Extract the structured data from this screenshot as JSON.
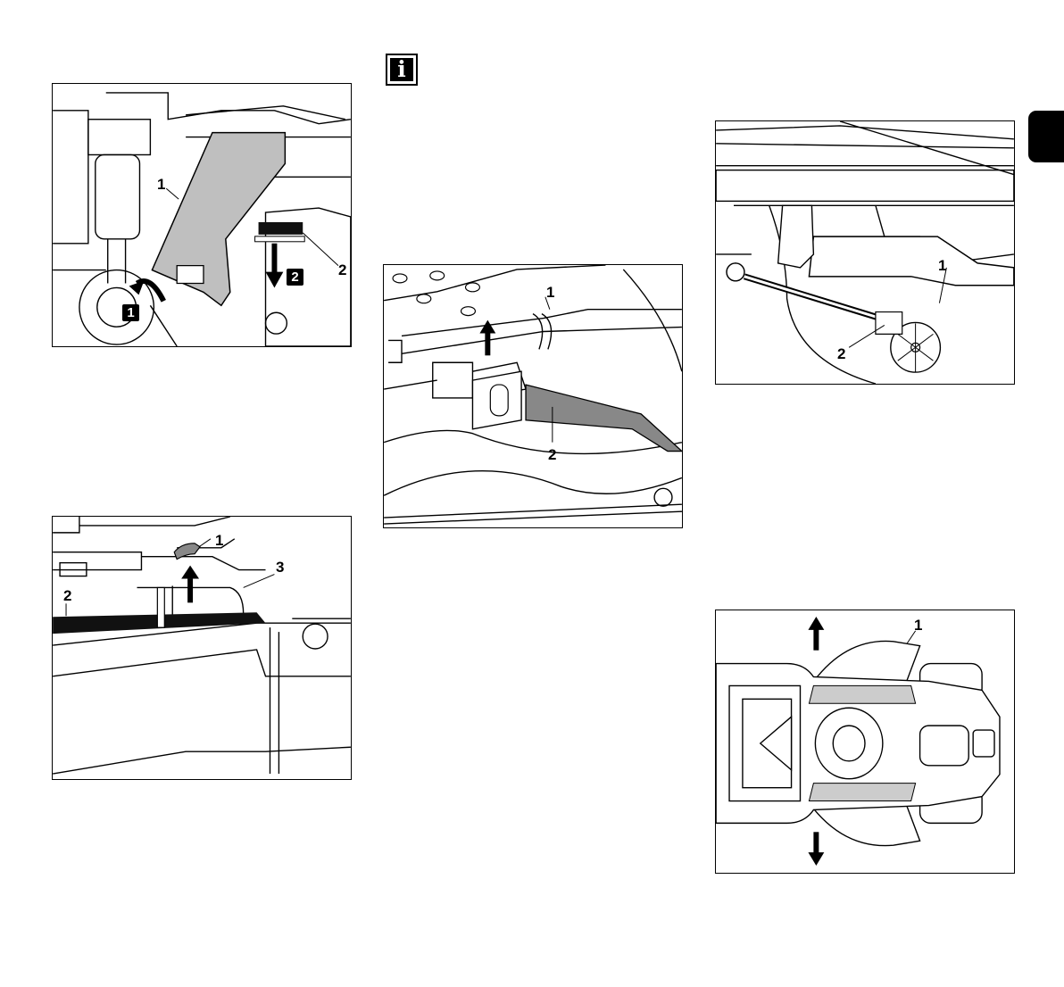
{
  "page": {
    "info_icon": {
      "icon": "info-icon",
      "glyph": "i"
    },
    "section_tab_color": "#000000"
  },
  "figures": [
    {
      "id": "fig1",
      "callouts": [
        "1",
        "2"
      ],
      "step_badges": [
        "1",
        "2"
      ]
    },
    {
      "id": "fig2",
      "callouts": [
        "1",
        "2",
        "3"
      ]
    },
    {
      "id": "fig3",
      "callouts": [
        "1",
        "2"
      ]
    },
    {
      "id": "fig4",
      "callouts": [
        "1",
        "2"
      ]
    },
    {
      "id": "fig5",
      "callouts": [
        "1"
      ]
    }
  ],
  "colors": {
    "line": "#000000",
    "highlight_gray": "#bfbfbf",
    "dark_gray": "#888888",
    "background": "#ffffff"
  }
}
